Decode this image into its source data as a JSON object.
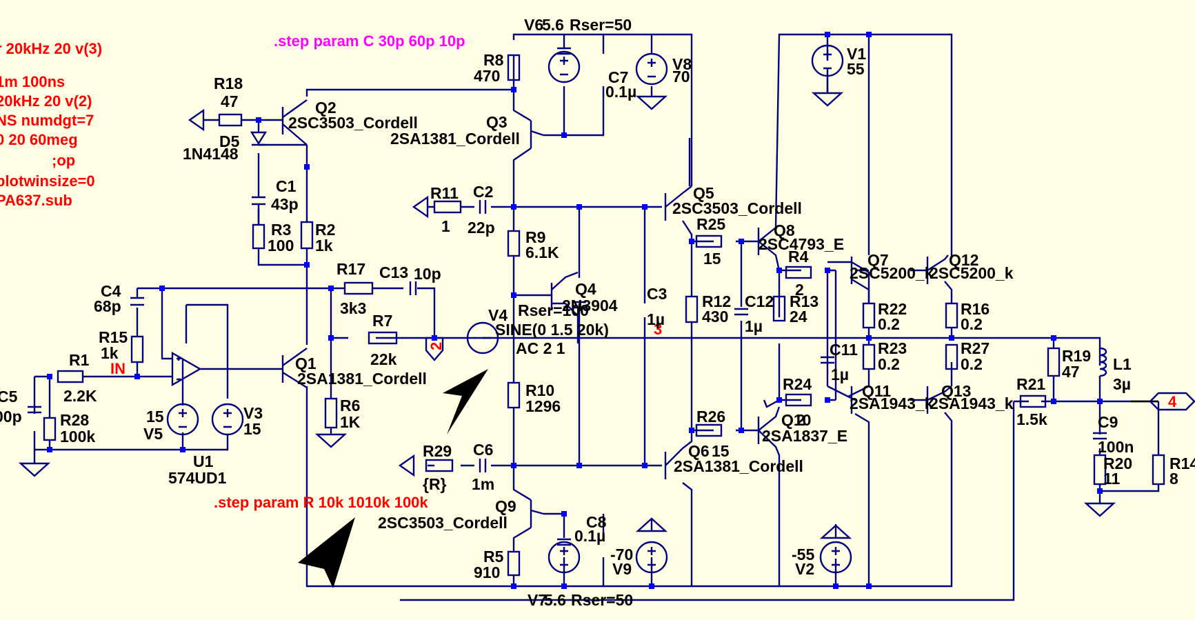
{
  "directives": [
    "r 20kHz 20 v(3)",
    "1m 100ns",
    "20kHz 20 v(2)",
    "NS numdgt=7",
    "0 20 60meg",
    ";op",
    "plotwinsize=0",
    "PA637.sub"
  ],
  "step_c": ".step param C 30p 60p 10p",
  "step_r": ".step param R 10k 1010k 100k",
  "components": {
    "R18": {
      "name": "R18",
      "value": "47"
    },
    "D5": {
      "name": "D5",
      "value": "1N4148"
    },
    "Q2": {
      "name": "Q2",
      "model": "2SC3503_Cordell"
    },
    "C1": {
      "name": "C1",
      "value": "43p"
    },
    "R3": {
      "name": "R3",
      "value": "100"
    },
    "R2": {
      "name": "R2",
      "value": "1k"
    },
    "C4": {
      "name": "C4",
      "value": "68p"
    },
    "R15": {
      "name": "R15",
      "value": "1k"
    },
    "R1": {
      "name": "R1",
      "value": "2.2K"
    },
    "C5": {
      "name": "C5",
      "value": "00p"
    },
    "R28": {
      "name": "R28",
      "value": "100k"
    },
    "V5": {
      "name": "V5",
      "value": "15"
    },
    "V3": {
      "name": "V3",
      "value": "15"
    },
    "U1": {
      "name": "U1",
      "value": "574UD1"
    },
    "Q1": {
      "name": "Q1",
      "model": "2SA1381_Cordell"
    },
    "R17": {
      "name": "R17",
      "value": "3k3"
    },
    "C13": {
      "name": "C13",
      "value": "10p"
    },
    "R7": {
      "name": "R7",
      "value": "22k"
    },
    "R6": {
      "name": "R6",
      "value": "1K"
    },
    "V4": {
      "name": "V4",
      "value": "SINE(0 1.5 20k)",
      "ac": "AC 2 1",
      "rser": "Rser=100"
    },
    "R8": {
      "name": "R8",
      "value": "470"
    },
    "Q3": {
      "name": "Q3",
      "model": "2SA1381_Cordell"
    },
    "V6": {
      "name": "V6",
      "value": "5.6",
      "rser": "Rser=50"
    },
    "C7": {
      "name": "C7",
      "value": "0.1µ"
    },
    "V8": {
      "name": "V8",
      "value": "70"
    },
    "R11": {
      "name": "R11",
      "value": "1"
    },
    "C2": {
      "name": "C2",
      "value": "22p"
    },
    "R9": {
      "name": "R9",
      "value": "6.1K"
    },
    "Q4": {
      "name": "Q4",
      "model": "2N3904"
    },
    "C3": {
      "name": "C3",
      "value": "1µ"
    },
    "R10": {
      "name": "R10",
      "value": "1296"
    },
    "R29": {
      "name": "R29",
      "value": "{R}"
    },
    "C6": {
      "name": "C6",
      "value": "1m"
    },
    "Q9": {
      "name": "Q9",
      "model": "2SC3503_Cordell"
    },
    "C8": {
      "name": "C8",
      "value": "0.1µ"
    },
    "R5": {
      "name": "R5",
      "value": "910"
    },
    "V9": {
      "name": "V9",
      "value": "-70"
    },
    "V7": {
      "name": "V7",
      "value": "5.6",
      "rser": "Rser=50"
    },
    "Q5": {
      "name": "Q5",
      "model": "2SC3503_Cordell"
    },
    "R25": {
      "name": "R25",
      "value": "15"
    },
    "Q8": {
      "name": "Q8",
      "model": "2SC4793_E"
    },
    "R12": {
      "name": "R12",
      "value": "430"
    },
    "C12": {
      "name": "C12",
      "value": "1µ"
    },
    "R4": {
      "name": "R4",
      "value": "2"
    },
    "R13": {
      "name": "R13",
      "value": "24"
    },
    "Q6": {
      "name": "Q6",
      "model": "2SA1381_Cordell"
    },
    "R26": {
      "name": "R26",
      "value": "15"
    },
    "Q10": {
      "name": "Q10",
      "model": "2SA1837_E"
    },
    "R24": {
      "name": "R24",
      "value": "2"
    },
    "V1": {
      "name": "V1",
      "value": "55"
    },
    "V2": {
      "name": "V2",
      "value": "-55"
    },
    "Q7": {
      "name": "Q7",
      "model": "2SC5200_k"
    },
    "Q12": {
      "name": "Q12",
      "model": "2SC5200_k"
    },
    "R22": {
      "name": "R22",
      "value": "0.2"
    },
    "R16": {
      "name": "R16",
      "value": "0.2"
    },
    "C11": {
      "name": "C11",
      "value": "1µ"
    },
    "R23": {
      "name": "R23",
      "value": "0.2"
    },
    "R27": {
      "name": "R27",
      "value": "0.2"
    },
    "Q11": {
      "name": "Q11",
      "model": "2SA1943_k"
    },
    "Q13": {
      "name": "Q13",
      "model": "2SA1943_k"
    },
    "R19": {
      "name": "R19",
      "value": "47"
    },
    "L1": {
      "name": "L1",
      "value": "3µ"
    },
    "R21": {
      "name": "R21",
      "value": "1.5k"
    },
    "C9": {
      "name": "C9",
      "value": "100n"
    },
    "R20": {
      "name": "R20",
      "value": "11"
    },
    "R14": {
      "name": "R14",
      "value": "8"
    }
  },
  "net_labels": {
    "in": "IN",
    "n2": "2",
    "n3": "3",
    "n4": "4"
  },
  "colors": {
    "background": "#fffee4",
    "wire": "#000080",
    "junction": "#0000ff",
    "directive": "#ff0000",
    "step_directive": "#ff00ff"
  }
}
